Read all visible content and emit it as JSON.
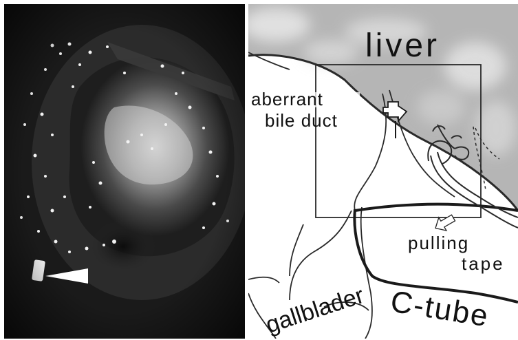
{
  "figure": {
    "left_panel": {
      "kind": "endoscopic-photograph"
    },
    "right_panel": {
      "kind": "schematic-drawing",
      "labels": {
        "liver": "liver",
        "aberrant_line1": "aberrant",
        "aberrant_line2": "bile duct",
        "pulling_line1": "pulling",
        "pulling_line2": "tape",
        "gallbladder": "gallblader",
        "ctube": "C-tube"
      }
    }
  }
}
